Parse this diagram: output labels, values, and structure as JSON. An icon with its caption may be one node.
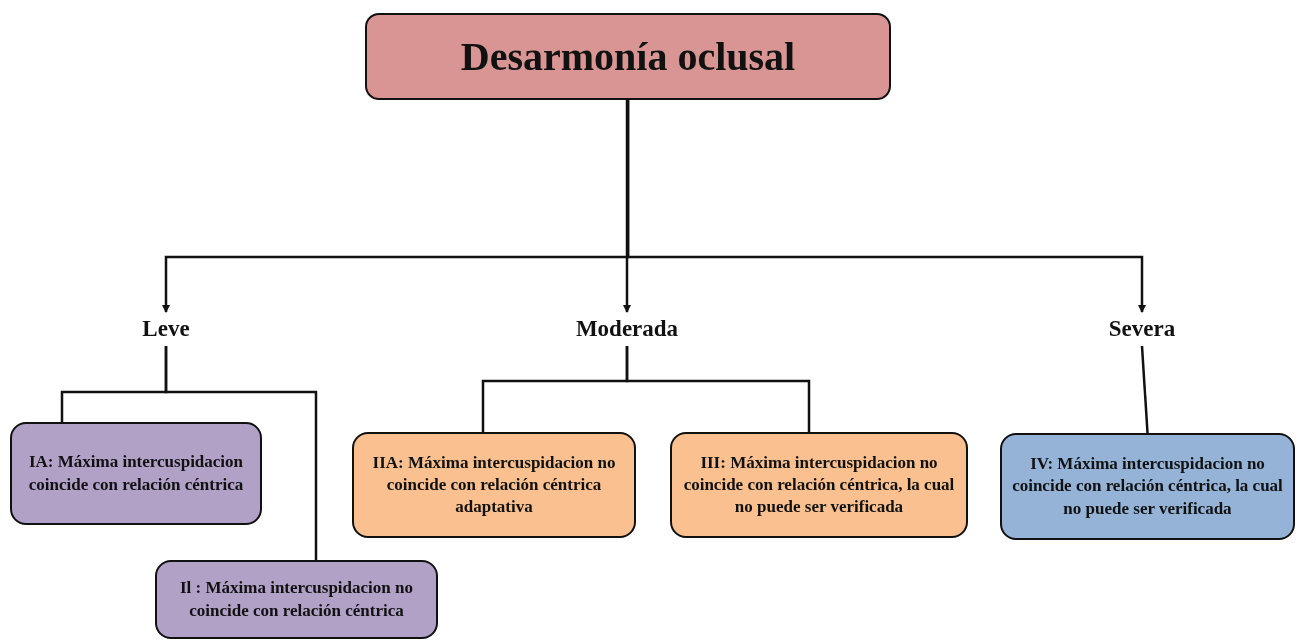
{
  "diagram": {
    "nodes": [
      {
        "text": [
          "Desarmonía oclusal"
        ]
      },
      {
        "text": [
          "Leve"
        ]
      },
      {
        "text": [
          "Moderada"
        ]
      },
      {
        "text": [
          "Severa"
        ]
      },
      {
        "text": [
          "IA: Máxima intercuspidacion coincide con relación céntrica"
        ]
      },
      {
        "text": [
          "Il : Máxima intercuspidacion no coincide con relación céntrica"
        ]
      },
      {
        "text": [
          "IIA: Máxima intercuspidacion no coincide con relación céntrica adaptativa"
        ]
      },
      {
        "text": [
          "III: Máxima intercuspidacion no coincide con relación céntrica, la cual no puede ser verificada"
        ]
      },
      {
        "text": [
          "IV: Máxima intercuspidacion no coincide con relación céntrica, la cual no puede ser verificada"
        ]
      }
    ],
    "edges": [
      {
        "from": 0,
        "to": 1,
        "arrow": "to"
      },
      {
        "from": 0,
        "to": 2,
        "arrow": "to"
      },
      {
        "from": 0,
        "to": 3,
        "arrow": "to"
      },
      {
        "from": 1,
        "to": 4,
        "arrow": "none"
      },
      {
        "from": 1,
        "to": 5,
        "arrow": "none"
      },
      {
        "from": 2,
        "to": 6,
        "arrow": "none"
      },
      {
        "from": 2,
        "to": 7,
        "arrow": "none"
      },
      {
        "from": 3,
        "to": 8,
        "arrow": "none"
      }
    ]
  }
}
